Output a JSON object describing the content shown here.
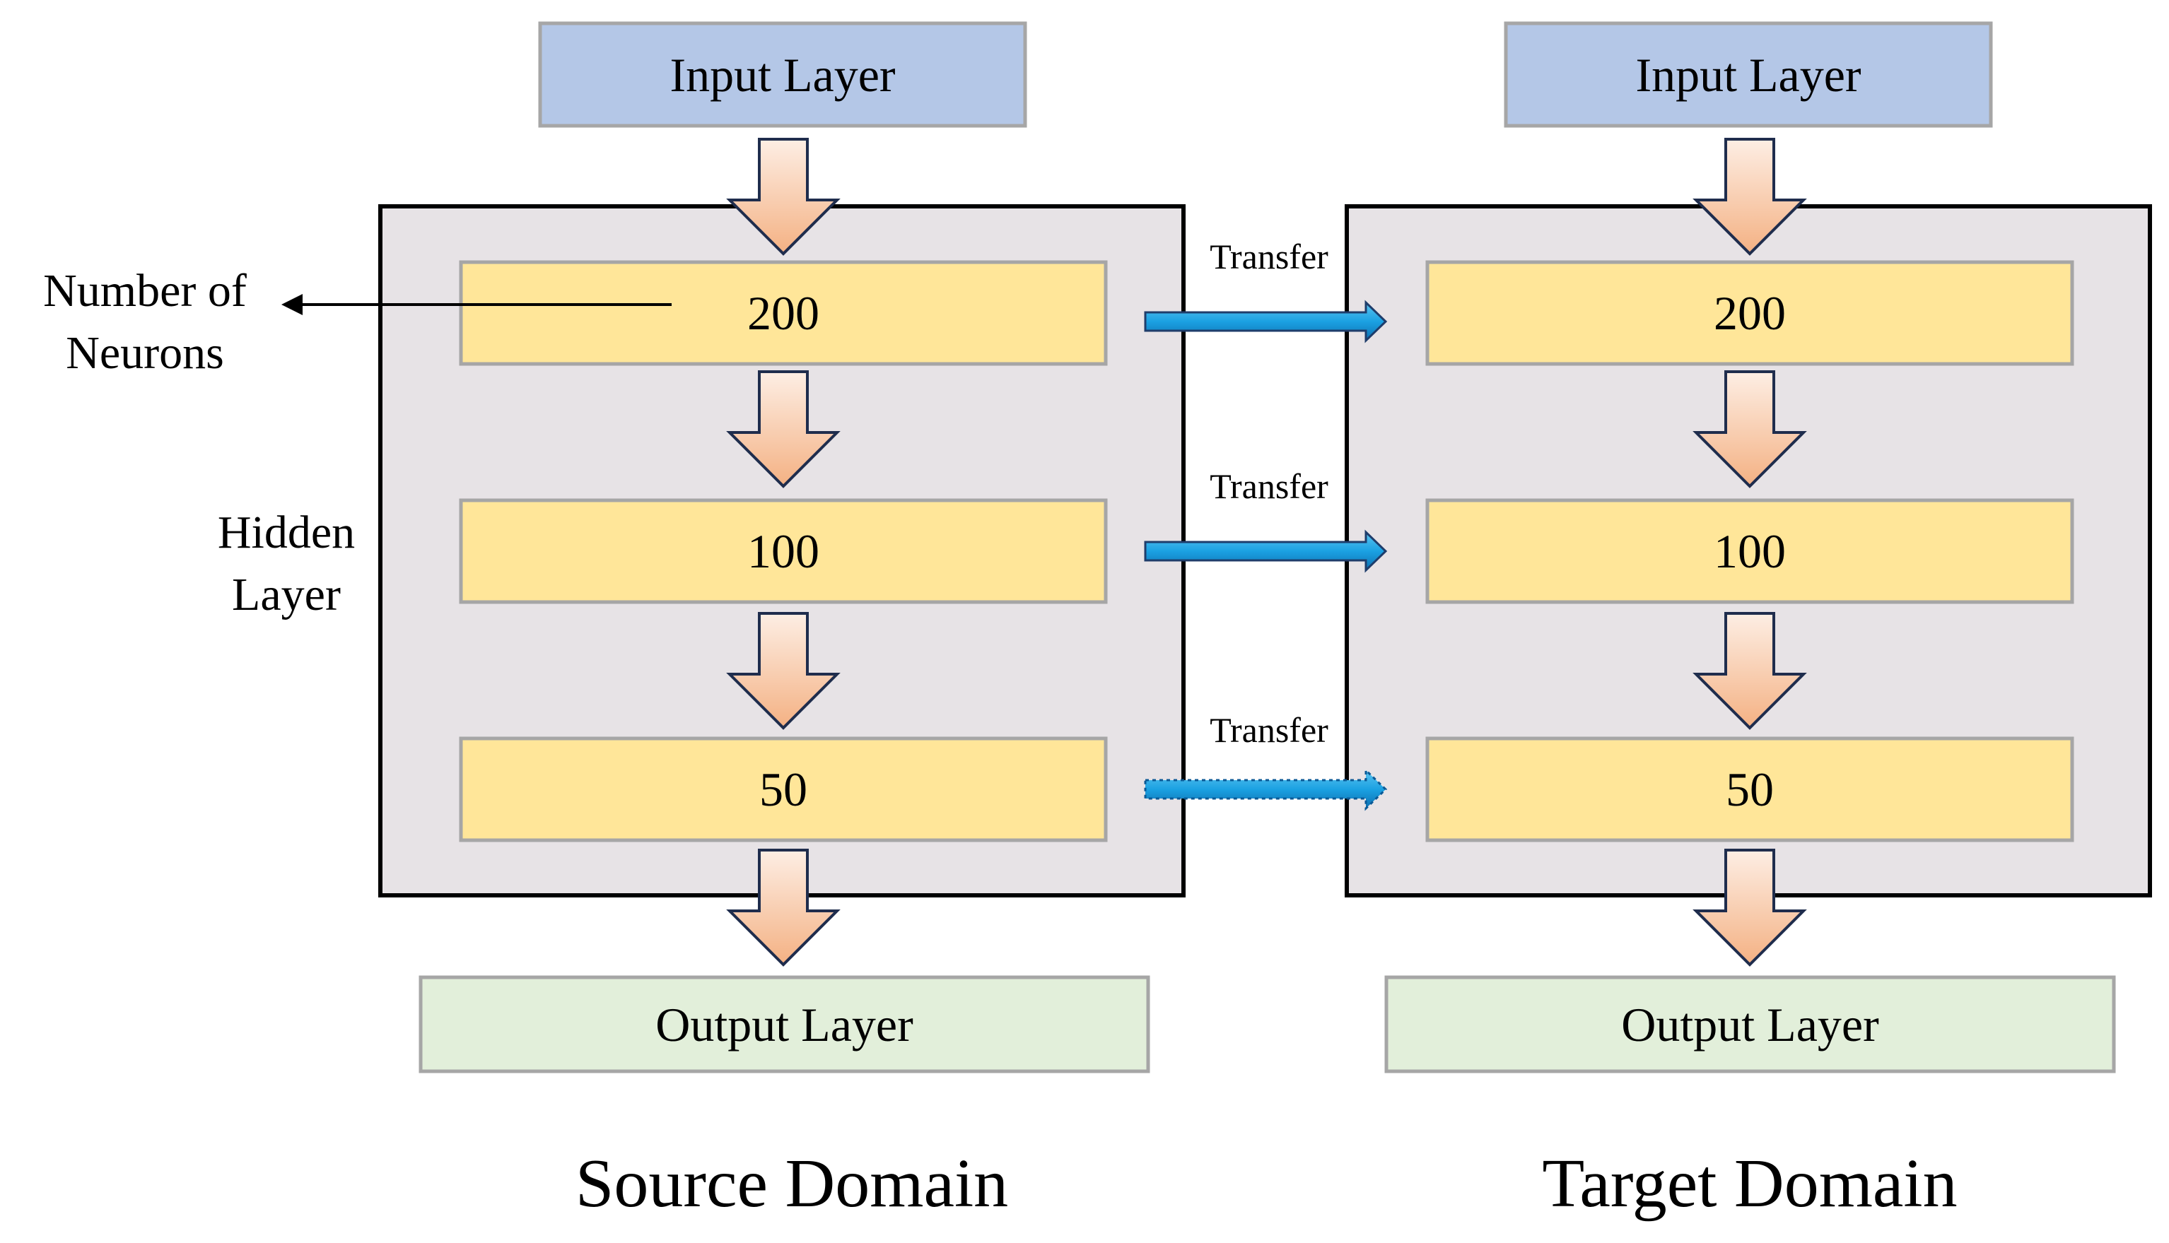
{
  "source": {
    "input_label": "Input Layer",
    "hidden_layers": [
      "200",
      "100",
      "50"
    ],
    "output_label": "Output Layer",
    "domain_label": "Source Domain"
  },
  "target": {
    "input_label": "Input Layer",
    "hidden_layers": [
      "200",
      "100",
      "50"
    ],
    "output_label": "Output Layer",
    "domain_label": "Target Domain"
  },
  "annotations": {
    "neurons_line1": "Number of",
    "neurons_line2": "Neurons",
    "hidden_line1": "Hidden",
    "hidden_line2": "Layer"
  },
  "transfers": [
    {
      "label": "Transfer",
      "style": "solid"
    },
    {
      "label": "Transfer",
      "style": "solid"
    },
    {
      "label": "Transfer",
      "style": "dotted"
    }
  ],
  "colors": {
    "input_fill": "#b4c7e7",
    "hidden_fill": "#ffe699",
    "output_fill": "#e2efda",
    "panel_fill": "#e7e3e6",
    "transfer_arrow": "#1ba1e2",
    "down_arrow_top": "#fdeee4",
    "down_arrow_bottom": "#f4b183"
  }
}
